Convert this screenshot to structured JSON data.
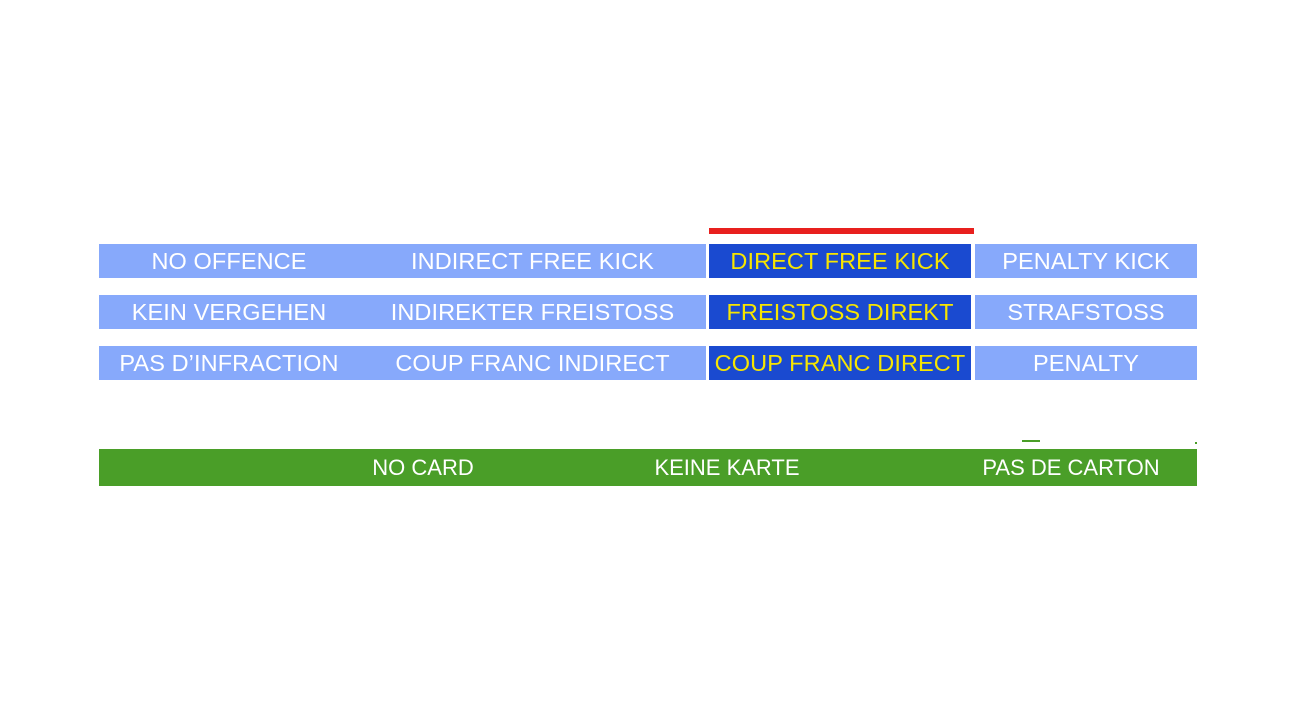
{
  "theme": {
    "background": "#ffffff",
    "cell_light_blue": "#87a9fb",
    "cell_highlight_blue": "#1a4ad0",
    "highlight_text_yellow": "#f7e500",
    "marker_red": "#e8201e",
    "card_bar_green": "#4a9e28",
    "text_white": "#ffffff"
  },
  "matrix": {
    "columns": [
      "no-offence",
      "indirect-free-kick",
      "direct-free-kick",
      "penalty-kick"
    ],
    "highlighted_column_index": 2,
    "rows": [
      {
        "language": "en",
        "cells": [
          "NO OFFENCE",
          "INDIRECT FREE KICK",
          "DIRECT FREE KICK",
          "PENALTY KICK"
        ]
      },
      {
        "language": "de",
        "cells": [
          "KEIN VERGEHEN",
          "INDIREKTER FREISTOSS",
          "FREISTOSS DIREKT",
          "STRAFSTOSS"
        ]
      },
      {
        "language": "fr",
        "cells": [
          "PAS D’INFRACTION",
          "COUP FRANC INDIRECT",
          "COUP FRANC DIRECT",
          "PENALTY"
        ]
      }
    ]
  },
  "card_bar": {
    "labels": [
      "NO CARD",
      "KEINE KARTE",
      "PAS DE CARTON"
    ]
  }
}
